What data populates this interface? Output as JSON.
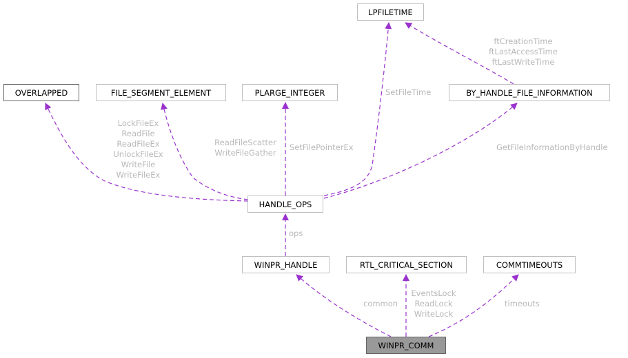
{
  "diagram": {
    "title": "WINPR_COMM collaboration graph",
    "edge_color": "#9a32cd",
    "focus_fill": "#999999",
    "nodes": {
      "lpfiletime": "LPFILETIME",
      "overlapped": "OVERLAPPED",
      "file_segment_element": "FILE_SEGMENT_ELEMENT",
      "plarge_integer": "PLARGE_INTEGER",
      "by_handle_file_information": "BY_HANDLE_FILE_INFORMATION",
      "handle_ops": "HANDLE_OPS",
      "winpr_handle": "WINPR_HANDLE",
      "rtl_critical_section": "RTL_CRITICAL_SECTION",
      "commtimeouts": "COMMTIMEOUTS",
      "winpr_comm": "WINPR_COMM"
    },
    "edge_labels": {
      "overlapped": "LockFileEx\nReadFile\nReadFileEx\nUnlockFileEx\nWriteFile\nWriteFileEx",
      "file_segment_element": "ReadFileScatter\nWriteFileGather",
      "plarge_integer": "SetFilePointerEx",
      "lpfiletime_from_handle_ops": "SetFileTime",
      "lpfiletime_from_by_handle": "ftCreationTime\nftLastAccessTime\nftLastWriteTime",
      "by_handle_file_information": "GetFileInformationByHandle",
      "handle_ops": "ops",
      "winpr_handle": "common",
      "rtl_critical_section": "EventsLock\nReadLock\nWriteLock",
      "commtimeouts": "timeouts"
    }
  }
}
